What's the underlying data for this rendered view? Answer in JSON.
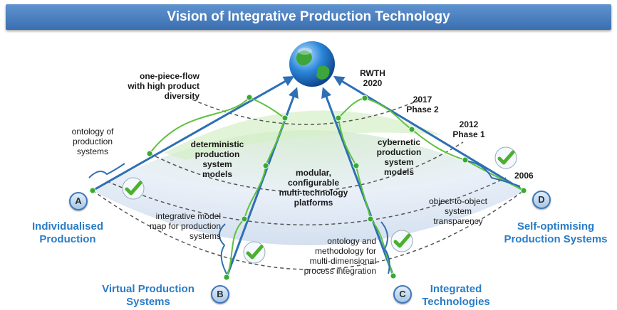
{
  "header": {
    "title": "Vision of Integrative Production Technology"
  },
  "badges": {
    "a": "A",
    "b": "B",
    "c": "C",
    "d": "D"
  },
  "pillars": {
    "a": "Individualised Production",
    "b": "Virtual Production Systems",
    "c": "Integrated Technologies",
    "d": "Self-optimising Production Systems"
  },
  "milestones": {
    "rwth": "RWTH",
    "y2020": "2020",
    "y2017": "2017",
    "phase2": "Phase 2",
    "y2012": "2012",
    "phase1": "Phase 1",
    "y2006": "2006"
  },
  "labels": {
    "one_piece_flow": [
      "one-piece-flow",
      "with high product",
      "diversity"
    ],
    "ontology_prod": [
      "ontology of",
      "production",
      "systems"
    ],
    "deterministic": [
      "deterministic",
      "production",
      "system",
      "models"
    ],
    "modular": [
      "modular,",
      "configurable",
      "multi-technology",
      "platforms"
    ],
    "cybernetic": [
      "cybernetic",
      "production",
      "system",
      "models"
    ],
    "integrative": [
      "integrative model",
      "map for production",
      "systems"
    ],
    "ontology_method": [
      "ontology and",
      "methodology for",
      "multi-dimensional",
      "process integration"
    ],
    "object": [
      "object-to-object",
      "system",
      "transparency"
    ]
  },
  "colors": {
    "accent_blue": "#2a7cc7",
    "banner": "#4a80c0",
    "green": "#5ec13c",
    "arrow": "#2e6fb5"
  }
}
